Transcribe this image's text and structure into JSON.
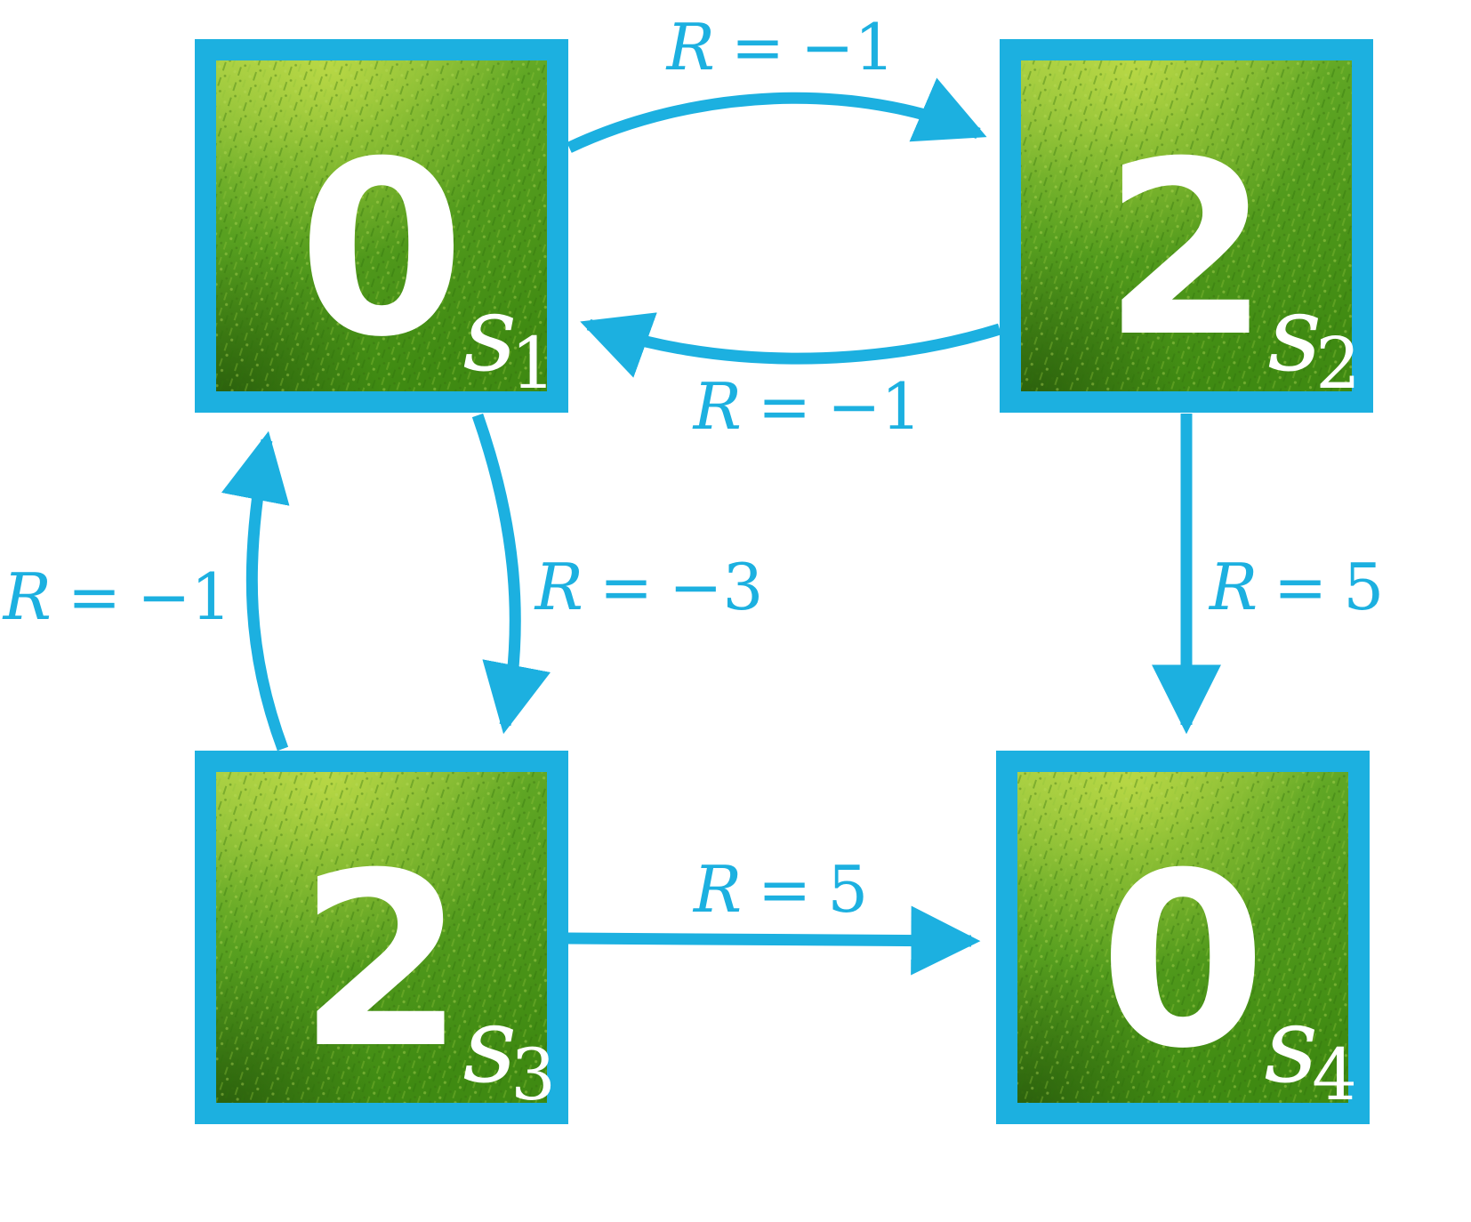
{
  "colors": {
    "accent": "#1cb0e0",
    "grass_dark": "#3f8a12",
    "grass_mid": "#5fa624",
    "grass_light": "#a7cf45",
    "text_on_tile": "#ffffff"
  },
  "states": [
    {
      "id": "s1",
      "value": "0",
      "symbol": "s",
      "subscript": "1"
    },
    {
      "id": "s2",
      "value": "2",
      "symbol": "s",
      "subscript": "2"
    },
    {
      "id": "s3",
      "value": "2",
      "symbol": "s",
      "subscript": "3"
    },
    {
      "id": "s4",
      "value": "0",
      "symbol": "s",
      "subscript": "4"
    }
  ],
  "transitions": [
    {
      "id": "s1-to-s2",
      "from": "s1",
      "to": "s2",
      "symbol": "R",
      "operator": "=",
      "reward": "−1"
    },
    {
      "id": "s2-to-s1",
      "from": "s2",
      "to": "s1",
      "symbol": "R",
      "operator": "=",
      "reward": "−1"
    },
    {
      "id": "s1-to-s3",
      "from": "s1",
      "to": "s3",
      "symbol": "R",
      "operator": "=",
      "reward": "−3"
    },
    {
      "id": "s3-to-s1",
      "from": "s3",
      "to": "s1",
      "symbol": "R",
      "operator": "=",
      "reward": "−1"
    },
    {
      "id": "s2-to-s4",
      "from": "s2",
      "to": "s4",
      "symbol": "R",
      "operator": "=",
      "reward": "5"
    },
    {
      "id": "s3-to-s4",
      "from": "s3",
      "to": "s4",
      "symbol": "R",
      "operator": "=",
      "reward": "5"
    }
  ]
}
